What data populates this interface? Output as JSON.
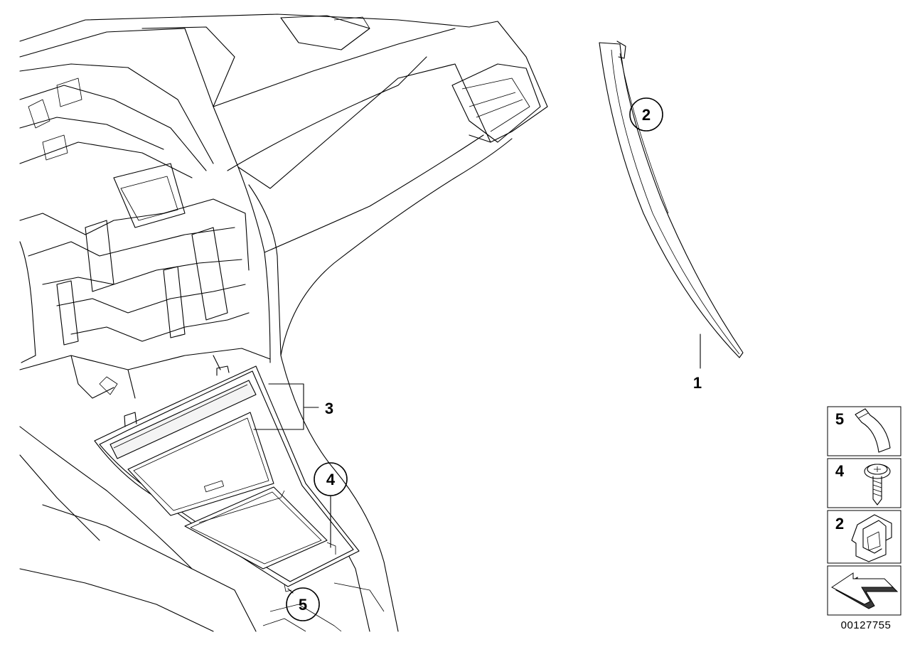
{
  "callouts": {
    "part1": "1",
    "part2": "2",
    "part3": "3",
    "part4": "4",
    "part5": "5"
  },
  "legend": {
    "items": [
      {
        "number": "5",
        "icon": "clip-icon"
      },
      {
        "number": "4",
        "icon": "screw-icon"
      },
      {
        "number": "2",
        "icon": "bracket-clip-icon"
      }
    ],
    "arrow_icon": "direction-arrow-icon"
  },
  "diagram_id": "00127755"
}
